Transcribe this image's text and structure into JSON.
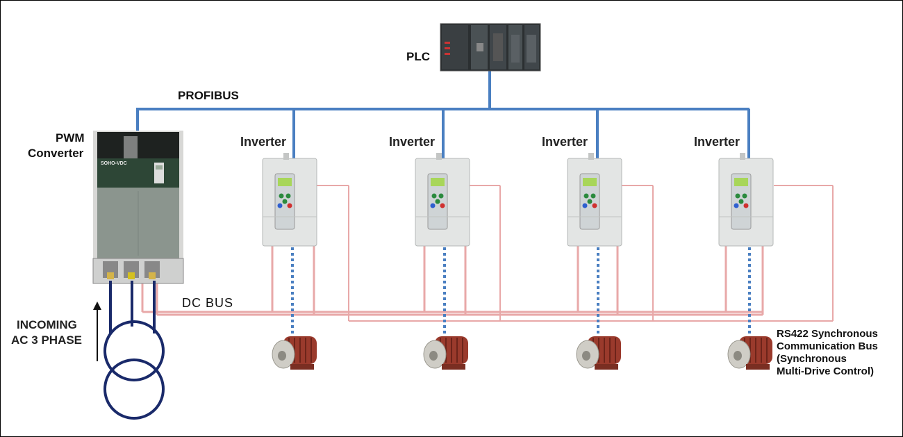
{
  "labels": {
    "plc": "PLC",
    "profibus": "PROFIBUS",
    "pwm_converter_line1": "PWM",
    "pwm_converter_line2": "Converter",
    "converter_brand": "SOHO-VDC",
    "inverters": [
      "Inverter",
      "Inverter",
      "Inverter",
      "Inverter"
    ],
    "dc_bus": "DC BUS",
    "incoming_line1": "INCOMING",
    "incoming_line2": "AC 3 PHASE",
    "rs422_line1": "RS422 Synchronous",
    "rs422_line2": "Communication Bus",
    "rs422_line3": "(Synchronous",
    "rs422_line4": "Multi-Drive Control)"
  },
  "colors": {
    "profibus_line": "#4a7fc1",
    "dc_bus_line": "#e8a8a8",
    "rs422_line": "#e8a8a8",
    "transformer": "#1a2a6a",
    "motor_link_dotted": "#4a7fc1"
  },
  "icons": {
    "plc": "plc-rack-icon",
    "converter": "pwm-converter-cabinet-icon",
    "inverter": "inverter-drive-icon",
    "motor": "electric-motor-icon",
    "transformer": "transformer-icon",
    "arrow": "up-arrow-icon"
  }
}
